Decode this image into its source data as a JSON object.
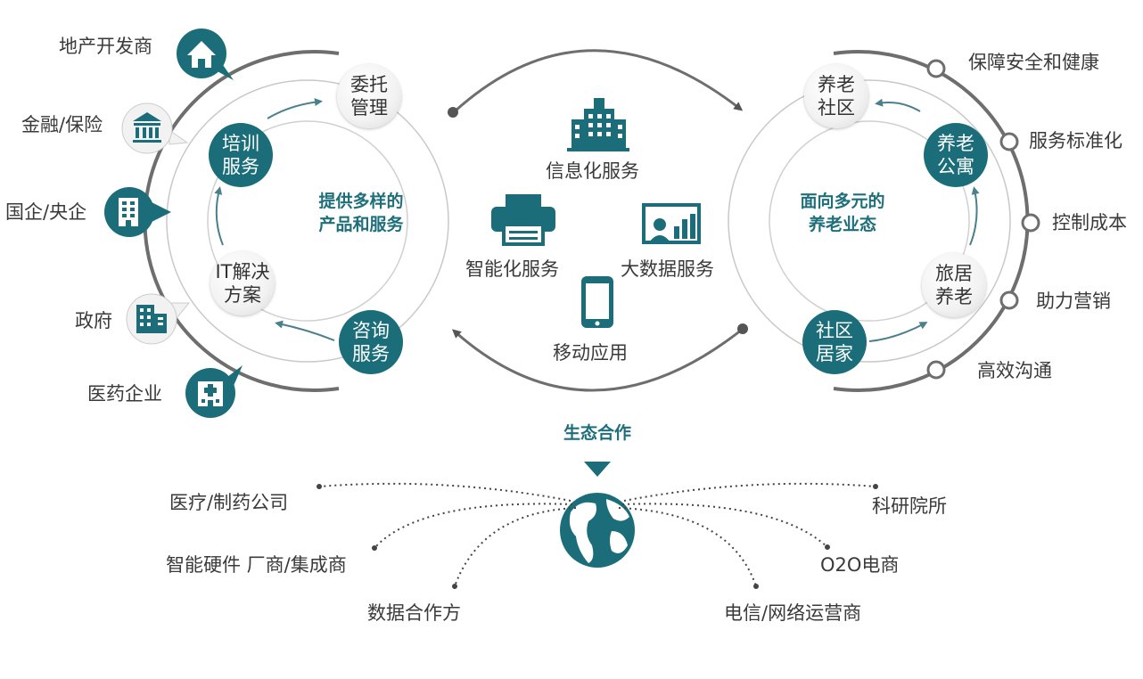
{
  "stakeholders": [
    {
      "label": "地产开发商",
      "icon": "house-icon"
    },
    {
      "label": "金融/保险",
      "icon": "bank-icon"
    },
    {
      "label": "国企/央企",
      "icon": "office-building-icon"
    },
    {
      "label": "政府",
      "icon": "government-building-icon"
    },
    {
      "label": "医药企业",
      "icon": "hospital-icon"
    }
  ],
  "left_cycle": {
    "title_line1": "提供多样的",
    "title_line2": "产品和服务",
    "nodes": {
      "entrust": {
        "l1": "委托",
        "l2": "管理"
      },
      "training": {
        "l1": "培训",
        "l2": "服务"
      },
      "it": {
        "l1": "IT解决",
        "l2": "方案"
      },
      "consult": {
        "l1": "咨询",
        "l2": "服务"
      }
    }
  },
  "center_services": [
    {
      "label": "信息化服务",
      "icon": "building-icon"
    },
    {
      "label": "智能化服务",
      "icon": "printer-icon"
    },
    {
      "label": "大数据服务",
      "icon": "presentation-chart-icon"
    },
    {
      "label": "移动应用",
      "icon": "smartphone-icon"
    }
  ],
  "right_cycle": {
    "title_line1": "面向多元的",
    "title_line2": "养老业态",
    "nodes": {
      "community_elderly": {
        "l1": "养老",
        "l2": "社区"
      },
      "apartment": {
        "l1": "养老",
        "l2": "公寓"
      },
      "travel": {
        "l1": "旅居",
        "l2": "养老"
      },
      "home": {
        "l1": "社区",
        "l2": "居家"
      }
    }
  },
  "benefits": [
    "保障安全和健康",
    "服务标准化",
    "控制成本",
    "助力营销",
    "高效沟通"
  ],
  "ecosystem": {
    "title": "生态合作",
    "partners_left": [
      "医疗/制药公司",
      "智能硬件 厂商/集成商",
      "数据合作方"
    ],
    "partners_right": [
      "科研院所",
      "O2O电商",
      "电信/网络运营商"
    ]
  },
  "colors": {
    "teal": "#1b6e79",
    "heading": "#1e6f7b",
    "arc": "#6e6e6e",
    "thin_line": "#c8c8c8",
    "arrow": "#4a7f8c"
  }
}
